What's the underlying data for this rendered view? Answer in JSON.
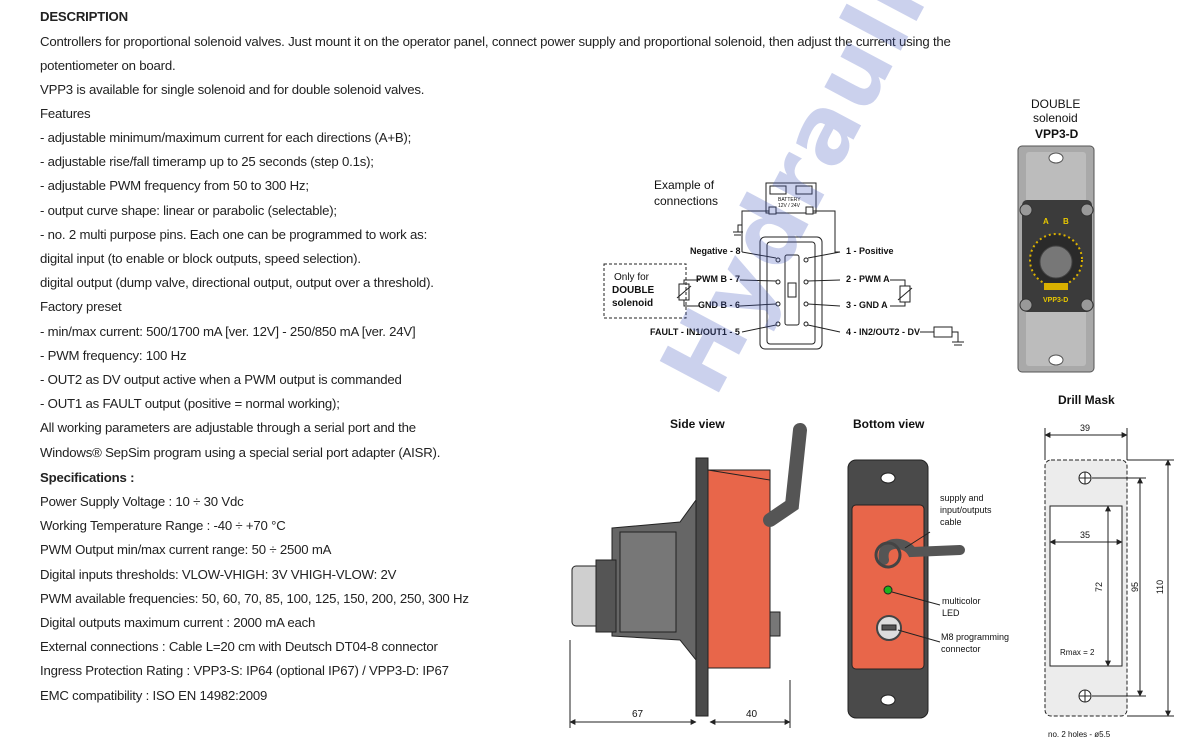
{
  "description": {
    "heading": "DESCRIPTION",
    "lines": [
      "Controllers for proportional solenoid valves. Just mount it on the operator panel, connect power supply and proportional solenoid, then adjust the current using the",
      "potentiometer on board.",
      "VPP3 is available for single solenoid and for double solenoid valves.",
      "Features",
      "- adjustable minimum/maximum current for each directions (A+B);",
      "- adjustable rise/fall timeramp up to 25 seconds (step 0.1s);",
      "- adjustable PWM frequency from 50 to 300 Hz;",
      "- output curve shape: linear or parabolic (selectable);",
      "- no. 2 multi purpose pins. Each one can be programmed to work as:",
      " digital input (to enable or block outputs, speed selection).",
      " digital output (dump valve, directional output, output over a threshold).",
      "Factory preset",
      "- min/max current: 500/1700 mA [ver. 12V] - 250/850 mA [ver. 24V]",
      "- PWM frequency: 100 Hz",
      "- OUT2 as DV output active when a PWM output is commanded",
      "- OUT1 as FAULT output (positive = normal working);",
      "All working parameters are adjustable through a serial port and the",
      "Windows® SepSim program using a special serial port adapter (AISR)."
    ]
  },
  "specifications": {
    "heading": "Specifications :",
    "lines": [
      "Power Supply Voltage : 10 ÷ 30 Vdc",
      "Working Temperature Range : -40 ÷ +70 °C",
      "PWM Output min/max current range: 50 ÷ 2500 mA",
      "Digital inputs thresholds: VLOW-VHIGH: 3V VHIGH-VLOW: 2V",
      "PWM available frequencies: 50, 60, 70, 85, 100, 125, 150, 200, 250, 300 Hz",
      "Digital outputs maximum current : 2000 mA each",
      "External connections : Cable L=20 cm with Deutsch DT04-8 connector",
      "Ingress Protection Rating : VPP3-S: IP64 (optional IP67) / VPP3-D: IP67",
      "EMC compatibility : ISO EN 14982:2009"
    ]
  },
  "connections": {
    "title_line1": "Example of",
    "title_line2": "connections",
    "battery": "BATTERY",
    "battery_voltage": "12V / 24V",
    "only_for": "Only for",
    "double": "DOUBLE",
    "solenoid": "solenoid",
    "pins_left": [
      "Negative - 8",
      "PWM B - 7",
      "GND B - 6",
      "FAULT - IN1/OUT1 - 5"
    ],
    "pins_right": [
      "1 - Positive",
      "2 - PWM A",
      "3 - GND A",
      "4 - IN2/OUT2 - DV"
    ]
  },
  "product": {
    "line1": "DOUBLE",
    "line2": "solenoid",
    "model": "VPP3-D",
    "dial_a": "A",
    "dial_b": "B",
    "dial_model": "VPP3-D"
  },
  "side_view": {
    "title": "Side view",
    "dim_left": "67",
    "dim_right": "40"
  },
  "bottom_view": {
    "title": "Bottom view",
    "cable_line1": "supply and",
    "cable_line2": "input/outputs",
    "cable_line3": "cable",
    "led_line1": "multicolor",
    "led_line2": "LED",
    "m8_line1": "M8 programming",
    "m8_line2": "connector"
  },
  "drill_mask": {
    "title": "Drill Mask",
    "width": "39",
    "inner_width": "35",
    "inner_height": "72",
    "hole_spacing": "95",
    "height": "110",
    "radius": "Rmax = 2",
    "holes_note": "no. 2 holes - ø5.5"
  },
  "watermark": "Hydraulic-master",
  "colors": {
    "housing_red": "#e8664a",
    "dark_grey": "#4a4a4a",
    "watermark": "#5a6ec0"
  }
}
